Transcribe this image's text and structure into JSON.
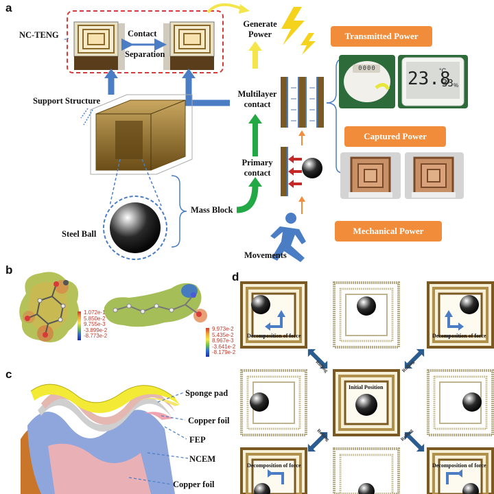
{
  "panel_a": {
    "letter": "a",
    "nc_teng": "NC-TENG",
    "contact": "Contact",
    "separation": "Separation",
    "support_structure": "Support Structure",
    "steel_ball": "Steel Ball",
    "mass_block": "Mass Block",
    "generate_power": "Generate\nPower",
    "multilayer_contact": "Multilayer\ncontact",
    "primary_contact": "Primary\ncontact",
    "movements": "Movements",
    "transmitted_power": "Transmitted Power",
    "captured_power": "Captured Power",
    "mechanical_power": "Mechanical Power",
    "thermometer_temp": "23.8",
    "thermometer_unit": "°C",
    "thermometer_humidity": "33",
    "thermometer_humidity_unit": "%",
    "clock_display": "0000"
  },
  "panel_b": {
    "letter": "b",
    "scale1": [
      "1.072e-1",
      "5.850e-2",
      "9.755e-3",
      "-3.899e-2",
      "-8.773e-2"
    ],
    "scale2": [
      "9.973e-2",
      "5.435e-2",
      "8.967e-3",
      "-3.641e-2",
      "-8.179e-2"
    ]
  },
  "panel_c": {
    "letter": "c",
    "layers": [
      "Sponge pad",
      "Copper foil",
      "FEP",
      "NCEM",
      "Copper foil"
    ]
  },
  "panel_d": {
    "letter": "d",
    "decomposition": "Decomposition of force",
    "initial_position": "Initial Position",
    "rolling": "Rolling"
  },
  "colors": {
    "orange_label": "#f08c3a",
    "blue_arrow": "#4a7dc4",
    "yellow_arrow": "#f4e64a",
    "green_arrow": "#22a845",
    "gold_frame": "#8a6a2a",
    "dashed_red": "#d83a3a"
  }
}
